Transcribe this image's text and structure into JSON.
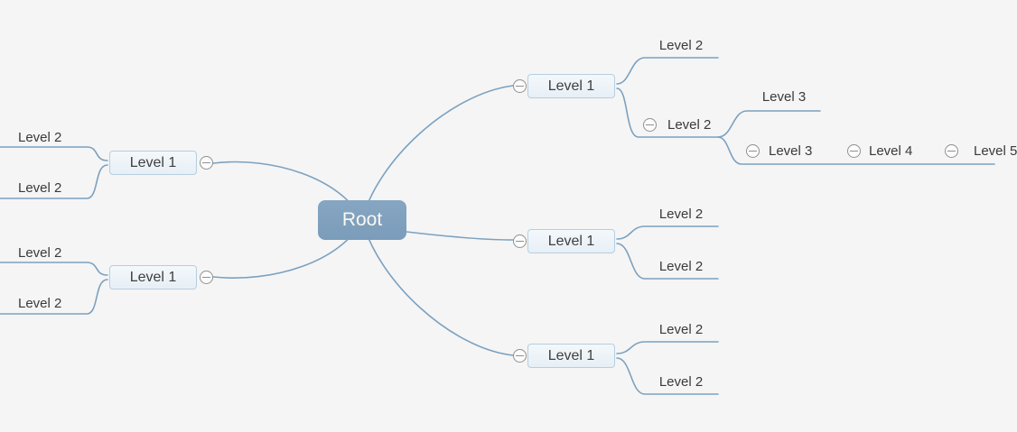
{
  "diagram_type": "mindmap",
  "colors": {
    "background": "#f5f5f5",
    "connector": "#7ba1c0",
    "root_fill": "#7fa0bd",
    "root_text": "#faf9f1",
    "node_fill": "#eef3f8",
    "node_border": "#b7cedf",
    "node_text": "#3f3f3f",
    "expander": "#8f9091"
  },
  "icons": {
    "expander_icon": "minus-circle"
  },
  "mindmap": {
    "root": {
      "label": "Root"
    },
    "branches": [
      {
        "side": "right-top",
        "label": "Level 1",
        "children": [
          {
            "label": "Level 2"
          },
          {
            "label": "Level 2",
            "children": [
              {
                "label": "Level 3"
              },
              {
                "label": "Level 3",
                "children": [
                  {
                    "label": "Level 4",
                    "children": [
                      {
                        "label": "Level 5"
                      }
                    ]
                  }
                ]
              }
            ]
          }
        ]
      },
      {
        "side": "right-middle",
        "label": "Level 1",
        "children": [
          {
            "label": "Level 2"
          },
          {
            "label": "Level 2"
          }
        ]
      },
      {
        "side": "right-bottom",
        "label": "Level 1",
        "children": [
          {
            "label": "Level 2"
          },
          {
            "label": "Level 2"
          }
        ]
      },
      {
        "side": "left-top",
        "label": "Level 1",
        "children": [
          {
            "label": "Level 2"
          },
          {
            "label": "Level 2"
          }
        ]
      },
      {
        "side": "left-bottom",
        "label": "Level 1",
        "children": [
          {
            "label": "Level 2"
          },
          {
            "label": "Level 2"
          }
        ]
      }
    ]
  }
}
